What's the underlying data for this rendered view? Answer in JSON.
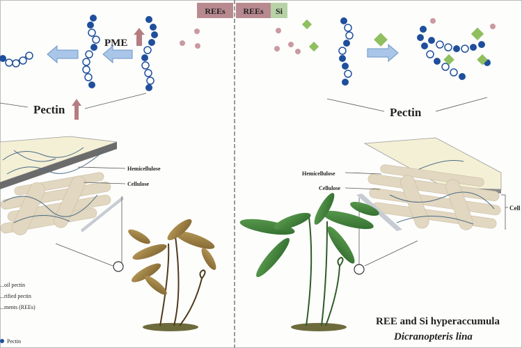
{
  "header": {
    "left_tag": "REEs",
    "right_tag_1": "REEs",
    "right_tag_2": "Si",
    "left_tag_color": "#b88a8f",
    "right_tag_color": "#b88a8f",
    "si_tag_color": "#b7d2a6"
  },
  "left_panel": {
    "enzyme": "PME",
    "pectin_label": "Pectin",
    "hemicellulose_label": "Hemicellulose",
    "cellulose_label": "Cellulose",
    "legend": {
      "item_1": "...oil pectin",
      "item_2": "...rified pectin",
      "item_3": "...ments (REEs)",
      "item_4": "Pectin"
    }
  },
  "right_panel": {
    "pectin_label": "Pectin",
    "hemicellulose_label": "Hemicellulose",
    "cellulose_label": "Cellulose",
    "cell_wall_label": "Cell",
    "title_line_1": "REE and Si hyperaccumula",
    "title_line_2": "Dicranopteris lina"
  },
  "colors": {
    "dark_blue": "#1f4f9c",
    "arrow_blue": "#a9c6e8",
    "up_arrow": "#b57d82",
    "ree_dot": "#c99aa0",
    "si_green": "#8fbf5f",
    "fiber": "#e2d7c0",
    "wall_top": "#f4f0d6",
    "fern_green": "#3f7d3a",
    "fern_brown": "#9b7c3e"
  }
}
